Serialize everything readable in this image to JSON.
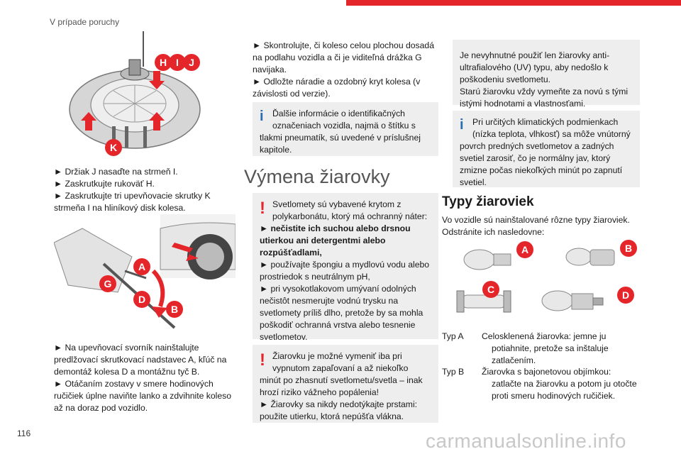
{
  "header": {
    "section": "V prípade poruchy",
    "accent_color": "#e4262b"
  },
  "page_number": "116",
  "watermark": "carmanualsonline.info",
  "figures": {
    "wheel": {
      "labels": [
        "H",
        "I",
        "J",
        "K"
      ]
    },
    "jack": {
      "labels": [
        "A",
        "G",
        "D",
        "B"
      ]
    },
    "bulbs": {
      "labels": [
        "A",
        "B",
        "C",
        "D"
      ]
    }
  },
  "col1": {
    "p1": [
      "► Držiak J nasaďte na strmeň I.",
      "► Zaskrutkujte rukoväť H.",
      "► Zaskrutkujte tri upevňovacie skrutky K",
      "strmeňa I na hliníkový disk kolesa."
    ],
    "p2": [
      "► Na upevňovací svorník nainštalujte",
      "predlžovací skrutkovací nadstavec A, kľúč na",
      "demontáž kolesa D a montážnu tyč B.",
      "► Otáčaním zostavy v smere hodinových",
      "ručičiek úplne naviňte lanko a zdvihnite koleso",
      "až na doraz pod vozidlo."
    ]
  },
  "col2": {
    "p1": [
      "► Skontrolujte, či koleso celou plochou dosadá",
      "na podlahu vozidla a či je viditeľná drážka G",
      "navijaka.",
      "► Odložte náradie a ozdobný kryt kolesa (v",
      "závislosti od verzie)."
    ],
    "info1": [
      "Ďalšie informácie o identifikačných",
      "označeniach vozidla, najmä o štítku s",
      "tlakmi pneumatík, sú uvedené v príslušnej",
      "kapitole."
    ],
    "section_title": "Výmena žiarovky",
    "warn1": [
      "Svetlomety sú vybavené krytom z",
      "polykarbonátu, ktorý má ochranný náter:",
      "► nečistite ich suchou alebo drsnou",
      "utierkou ani detergentmi alebo",
      "rozpúšťadlami,",
      "► používajte špongiu a mydlovú vodu alebo",
      "prostriedok s neutrálnym pH,",
      "► pri vysokotlakovom umývaní odolných",
      "nečistôt nesmerujte vodnú trysku na",
      "svetlomety príliš dlho, pretože by sa mohla",
      "poškodiť ochranná vrstva alebo tesnenie",
      "svetlometov."
    ],
    "warn2": [
      "Žiarovku je možné vymeniť iba pri",
      "vypnutom zapaľovaní a až niekoľko",
      "minút po zhasnutí svetlometu/svetla – inak",
      "hrozí riziko vážneho popálenia!",
      "► Žiarovky sa nikdy nedotýkajte prstami:",
      "použite utierku, ktorá nepúšťa vlákna."
    ]
  },
  "col3": {
    "box1": [
      "Je nevyhnutné použiť len žiarovky anti-",
      "ultrafialového (UV) typu, aby nedošlo k",
      "poškodeniu svetlometu.",
      "Starú žiarovku vždy vymeňte za novú s tými",
      "istými hodnotami a vlastnosťami."
    ],
    "info2": [
      "Pri určitých klimatických podmienkach",
      "(nízka teplota, vlhkosť) sa môže vnútorný",
      "povrch predných svetlometov a zadných",
      "svetiel zarosiť, čo je normálny jav, ktorý",
      "zmizne počas niekoľkých minút po zapnutí",
      "svetiel."
    ],
    "subsection_title": "Typy žiaroviek",
    "intro": [
      "Vo vozidle sú nainštalované rôzne typy žiaroviek.",
      "Odstránite ich nasledovne:"
    ],
    "typ_a": {
      "label": "Typ A",
      "lines": [
        "Celosklenená žiarovka: jemne ju",
        "potiahnite, pretože sa inštaluje",
        "zatlačením."
      ]
    },
    "typ_b": {
      "label": "Typ B",
      "lines": [
        "Žiarovka s bajonetovou objímkou:",
        "zatlačte na žiarovku a potom ju otočte",
        "proti smeru hodinových ručičiek."
      ]
    }
  }
}
